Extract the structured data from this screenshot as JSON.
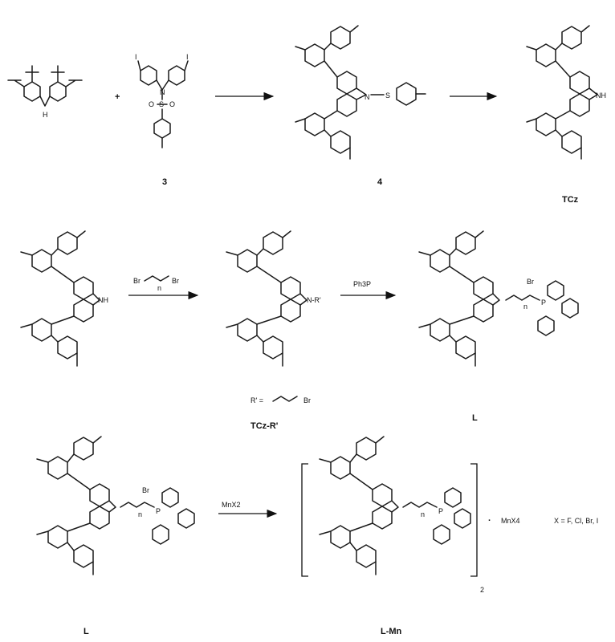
{
  "row1": {
    "plus": "+",
    "iodo_left": "I",
    "iodo_right": "I",
    "nh": "NH",
    "h": "H",
    "n": "N",
    "s": "S",
    "o": "O",
    "compound_3": "3",
    "compound_4": "4",
    "compound_tcz": "TCz"
  },
  "row2": {
    "reagent1_br_left": "Br",
    "reagent1_br_right": "Br",
    "reagent1_n": "n",
    "nr": "N-R'",
    "reagent2": "Ph3P",
    "br_minus": "Br",
    "p_plus": "P",
    "n_sub": "n",
    "r_def_label": "R' =",
    "r_def_br": "Br",
    "compound_tczr": "TCz-R'",
    "compound_l": "L"
  },
  "row3": {
    "reagent": "MnX2",
    "br_minus": "Br",
    "p_plus": "P",
    "n_sub": "n",
    "dot": "·",
    "anion": "MnX4",
    "halides": "X = F, Cl, Br, I",
    "subscript_2": "2",
    "compound_l": "L",
    "compound_lmn": "L-Mn"
  }
}
